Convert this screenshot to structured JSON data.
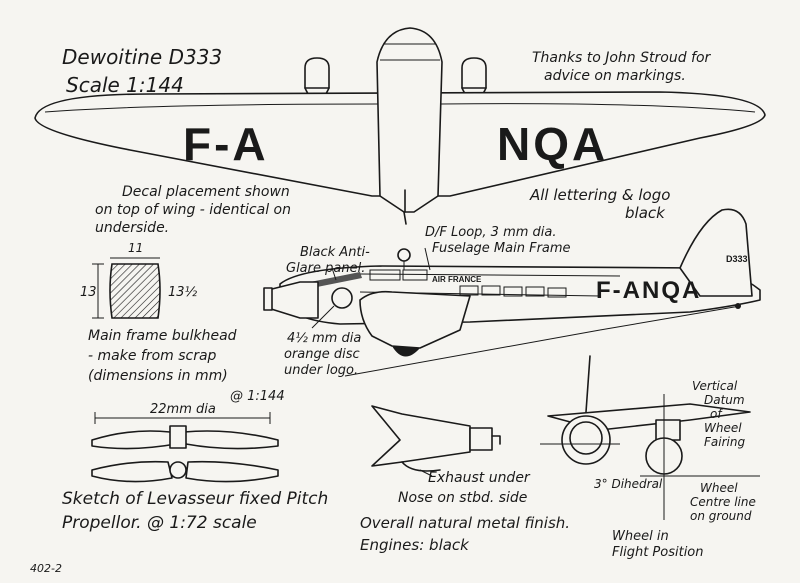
{
  "header": {
    "title": "Dewoitine D333",
    "scale": "Scale 1:144",
    "thanks": [
      "Thanks to John Stroud for",
      "advice on markings."
    ]
  },
  "wing": {
    "reg_left": "F-A",
    "reg_right": "NQA",
    "decal_note": [
      "Decal placement shown",
      "on top of wing - identical on",
      "underside."
    ],
    "lettering_note": [
      "All lettering & logo",
      "black"
    ]
  },
  "fuselage": {
    "df_loop": "D/F Loop, 3 mm dia.",
    "main_frame": "Fuselage Main Frame",
    "anti_glare": [
      "Black Anti-",
      "Glare panel."
    ],
    "air_france": "AIR FRANCE",
    "fin_code": "D333",
    "registration": "F-ANQA",
    "disc_note": [
      "4½ mm dia",
      "orange disc",
      "under logo."
    ]
  },
  "bulkhead": {
    "width_dim": "11",
    "height_dim": "13",
    "height_dim_right": "13½",
    "caption": [
      "Main frame bulkhead",
      "- make from scrap",
      "(dimensions in mm)"
    ]
  },
  "propeller": {
    "scale_note": "@ 1:144",
    "dia_note": "22mm dia",
    "caption": [
      "Sketch of Levasseur fixed Pitch",
      "Propellor. @ 1:72 scale"
    ]
  },
  "nose": {
    "exhaust_note": [
      "Exhaust under",
      "Nose on stbd. side"
    ]
  },
  "front_view": {
    "datum_note": [
      "Vertical",
      "Datum",
      "of",
      "Wheel",
      "Fairing"
    ],
    "dihedral": "3° Dihedral",
    "centre_line": [
      "Wheel",
      "Centre line",
      "on ground"
    ],
    "flight_position": [
      "Wheel in",
      "Flight Position"
    ]
  },
  "finish": {
    "metal": "Overall natural metal finish.",
    "engines": "Engines: black"
  },
  "footer": {
    "ref": "402-2"
  }
}
